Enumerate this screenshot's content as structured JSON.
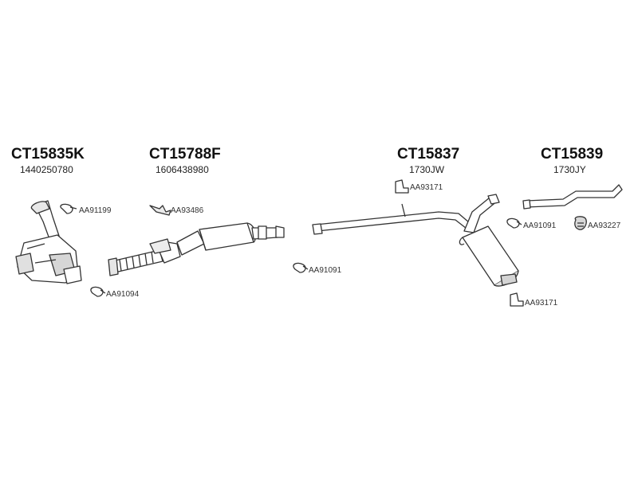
{
  "groups": [
    {
      "code": "CT15835K",
      "ref": "1440250780"
    },
    {
      "code": "CT15788F",
      "ref": "1606438980"
    },
    {
      "code": "CT15837",
      "ref": "1730JW"
    },
    {
      "code": "CT15839",
      "ref": "1730JY"
    }
  ],
  "parts": {
    "aa91199": "AA91199",
    "aa93486": "AA93486",
    "aa91094": "AA91094",
    "aa91091_mid": "AA91091",
    "aa93171_top": "AA93171",
    "aa91091_right": "AA91091",
    "aa93227": "AA93227",
    "aa93171_bottom": "AA93171"
  },
  "colors": {
    "line": "#333333",
    "fill": "#ffffff",
    "shade": "#cfcfcf"
  }
}
